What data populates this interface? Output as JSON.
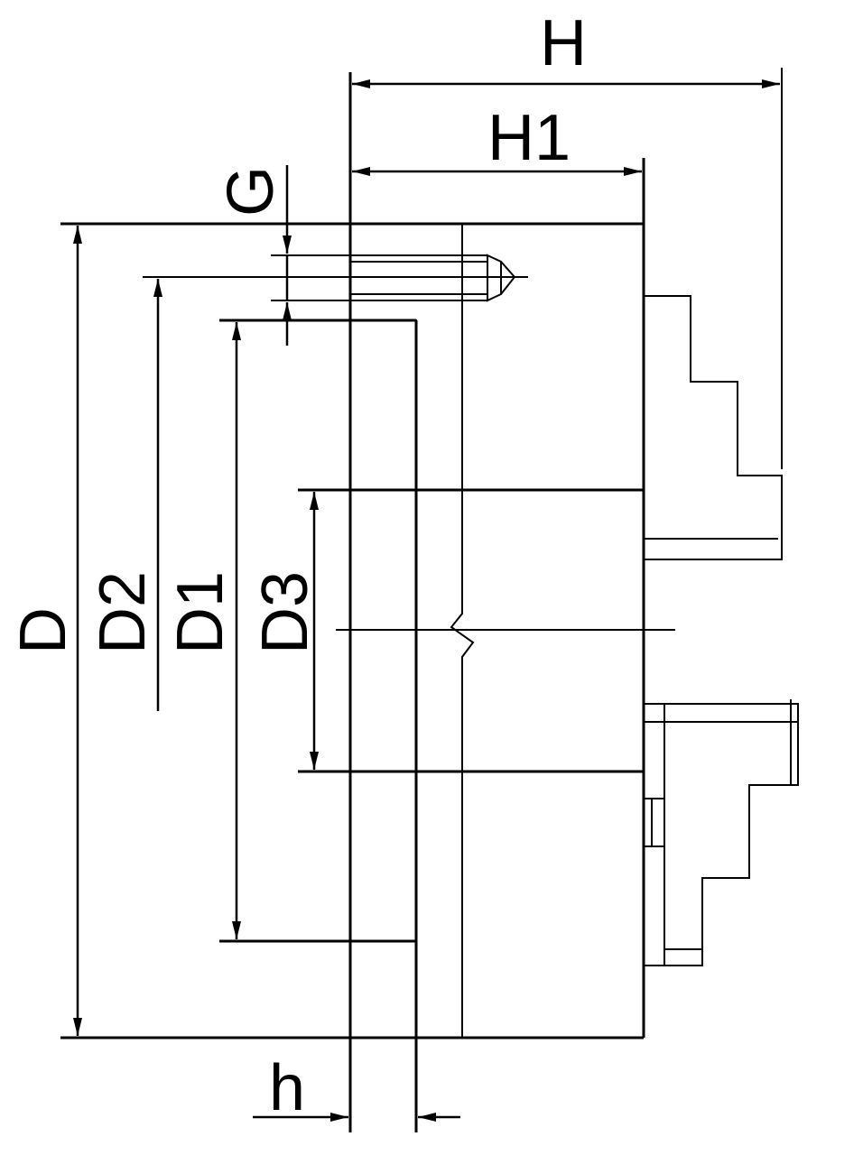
{
  "labels": {
    "H": "H",
    "H1": "H1",
    "G": "G",
    "D": "D",
    "D1": "D1",
    "D2": "D2",
    "D3": "D3",
    "h": "h"
  },
  "colors": {
    "line": "#000000",
    "background": "#ffffff"
  }
}
